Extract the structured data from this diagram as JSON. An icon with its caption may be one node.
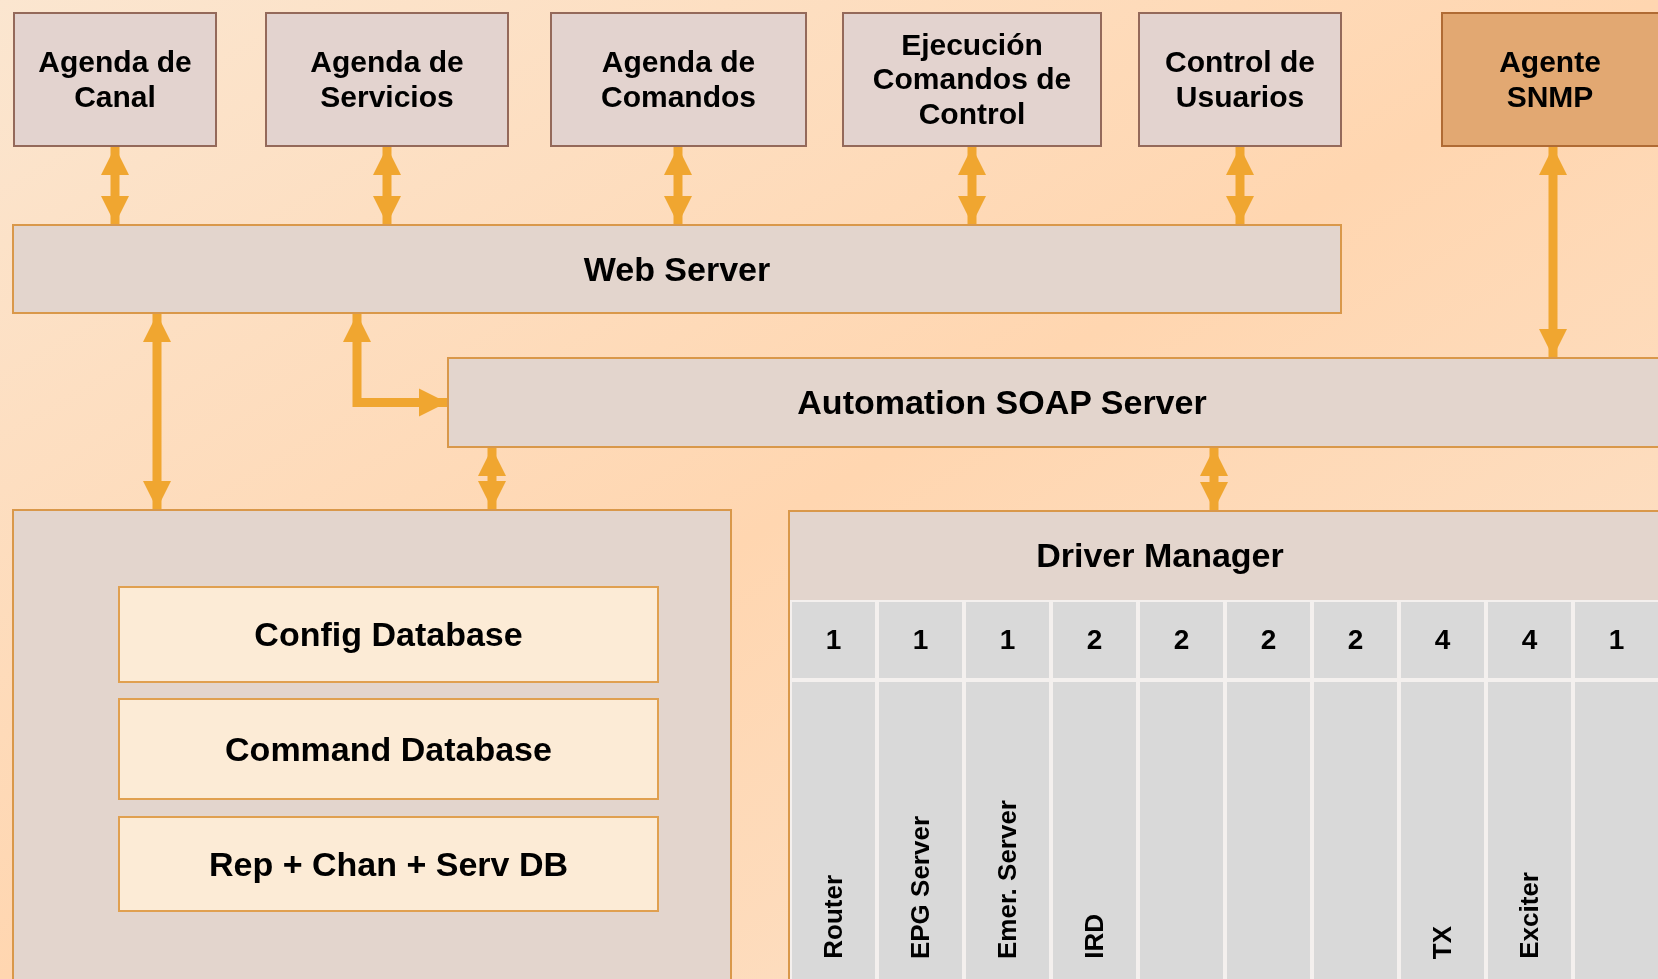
{
  "diagram": {
    "nodes": [
      {
        "text": [
          "Agenda de Canal"
        ]
      },
      {
        "text": [
          "Agenda de Servicios"
        ]
      },
      {
        "text": [
          "Agenda de Comandos"
        ]
      },
      {
        "text": [
          "Ejecución Comandos de Control"
        ]
      },
      {
        "text": [
          "Control de Usuarios"
        ]
      },
      {
        "text": [
          "Agente SNMP"
        ]
      },
      {
        "text": [
          "Web Server"
        ]
      },
      {
        "text": [
          "Automation SOAP Server"
        ]
      },
      {
        "text": [],
        "shape": "box"
      },
      {
        "text": [
          "Config Database"
        ],
        "in": 8
      },
      {
        "text": [
          "Command Database"
        ],
        "in": 8
      },
      {
        "text": [
          "Rep + Chan + Serv DB"
        ],
        "in": 8
      },
      {
        "text": [
          "Driver Manager"
        ]
      },
      {
        "text": [
          "1",
          "Router"
        ],
        "in": 12
      },
      {
        "text": [
          "1",
          "EPG Server"
        ],
        "in": 12
      },
      {
        "text": [
          "1",
          "Emer. Server"
        ],
        "in": 12
      },
      {
        "text": [
          "2",
          "IRD"
        ],
        "in": 12
      },
      {
        "text": [
          "2"
        ],
        "in": 12
      },
      {
        "text": [
          "2"
        ],
        "in": 12
      },
      {
        "text": [
          "2"
        ],
        "in": 12
      },
      {
        "text": [
          "4",
          "TX"
        ],
        "in": 12
      },
      {
        "text": [
          "4",
          "Exciter"
        ],
        "in": 12
      },
      {
        "text": [
          "1"
        ],
        "in": 12
      }
    ],
    "edges": [
      {
        "from": 0,
        "to": 6,
        "arrow": "both"
      },
      {
        "from": 1,
        "to": 6,
        "arrow": "both"
      },
      {
        "from": 2,
        "to": 6,
        "arrow": "both"
      },
      {
        "from": 3,
        "to": 6,
        "arrow": "both"
      },
      {
        "from": 4,
        "to": 6,
        "arrow": "both"
      },
      {
        "from": 5,
        "to": 7,
        "arrow": "both"
      },
      {
        "from": 6,
        "to": 8,
        "arrow": "both"
      },
      {
        "from": 6,
        "to": 7,
        "arrow": "both"
      },
      {
        "from": 7,
        "to": 8,
        "arrow": "both"
      },
      {
        "from": 7,
        "to": 12,
        "arrow": "both"
      }
    ]
  }
}
